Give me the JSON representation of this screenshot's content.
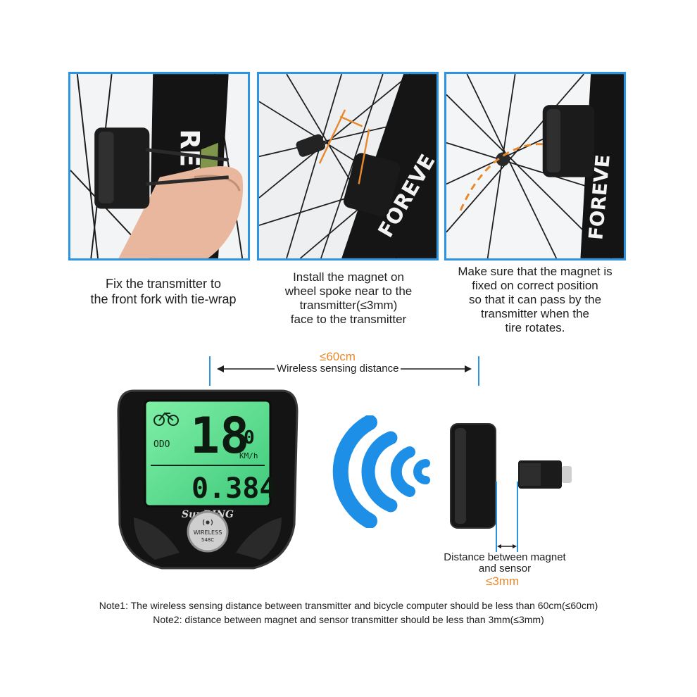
{
  "panels": [
    {
      "caption": [
        "Fix the transmitter to",
        "the front fork with tie-wrap"
      ],
      "fork_text": "REVER"
    },
    {
      "caption": [
        "Install the magnet on",
        "wheel spoke near to the",
        "transmitter(≤3mm)",
        "face to the transmitter"
      ],
      "fork_text": "FOREVE"
    },
    {
      "caption": [
        "Make sure that the magnet is",
        "fixed on correct position",
        "so that it can pass by the",
        "transmitter when the",
        "tire rotates."
      ],
      "fork_text": "FOREVE"
    }
  ],
  "diagram": {
    "distance_value": "≤60cm",
    "distance_label": "Wireless sensing distance",
    "gap_label": [
      "Distance between magnet",
      "and sensor"
    ],
    "gap_value": "≤3mm"
  },
  "computer": {
    "speed_main": "18",
    "speed_decimal": "0",
    "speed_unit": "KM/h",
    "mode_label": "ODO",
    "odometer": "0.384",
    "brand": "SunDING",
    "wireless_label": "WIRELESS",
    "model": "548C"
  },
  "notes": [
    "Note1: The wireless sensing distance between transmitter and bicycle computer should be less than 60cm(≤60cm)",
    "Note2: distance between magnet and sensor transmitter should be less than 3mm(≤3mm)"
  ],
  "colors": {
    "frame_blue": "#2b95e3",
    "accent_orange": "#e8892b",
    "signal_blue": "#1e8fe6",
    "lcd_green": "#4fd98a",
    "device_black": "#161616"
  },
  "icons": [
    "bike-icon",
    "wireless-icon",
    "signal-waves-icon",
    "magnet-icon"
  ]
}
